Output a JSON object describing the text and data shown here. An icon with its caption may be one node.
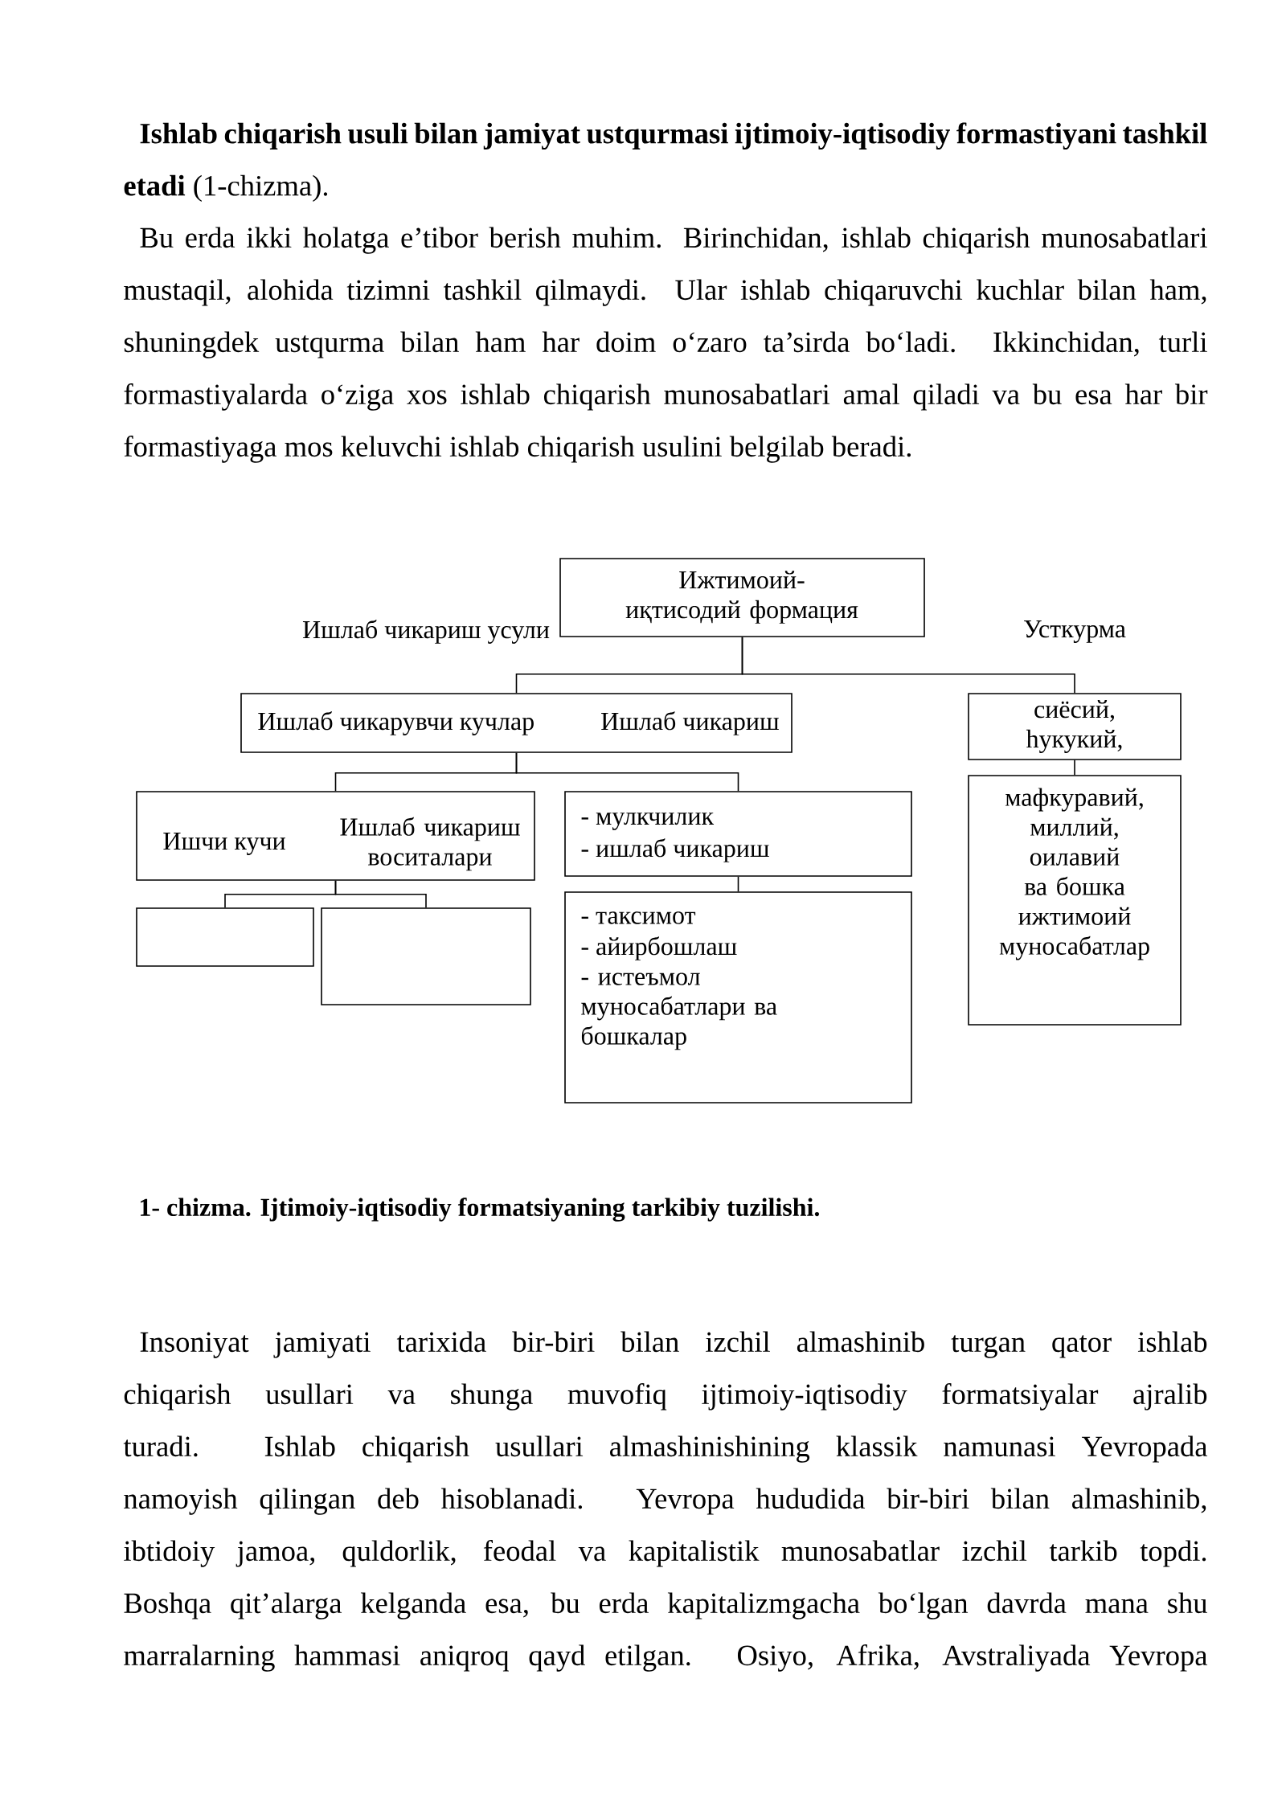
{
  "diagram": {
    "caption": "1- chizma. Ijtimoiy-iqtisodiy formatsiyaning tarkibiy tuzilishi.",
    "nodes": [
      {
        "text": [
          "Ижтимоий-иқтисодий формация"
        ]
      },
      {
        "text": [
          "Ишлаб чикариш усули",
          "Ишлаб чикарувчи кучлар",
          "Ишлаб чикариш"
        ]
      },
      {
        "text": [
          "Усткурма",
          "сиёсий, һукукий,"
        ]
      },
      {
        "text": [
          "Ишчи кучи",
          "Ишлаб чикариш воситалари"
        ]
      },
      {
        "text": [
          "- мулкчилик",
          "- ишлаб чикариш"
        ]
      },
      {
        "text": [
          "мафкуравий, миллий, оилавий ва бошка ижтимоий муносабатлар"
        ]
      },
      {
        "text": [
          "- таксимот",
          "- айирбошлаш",
          "- истеъмол муносабатлари ва бошкалар"
        ]
      },
      {
        "text": [],
        "shape": "box"
      },
      {
        "text": [],
        "shape": "box"
      }
    ],
    "edges": [
      {
        "from": 0,
        "to": 1,
        "arrow": "none"
      },
      {
        "from": 0,
        "to": 2,
        "arrow": "none"
      },
      {
        "from": 1,
        "to": 3,
        "arrow": "none"
      },
      {
        "from": 1,
        "to": 4,
        "arrow": "none"
      },
      {
        "from": 2,
        "to": 5,
        "arrow": "none"
      },
      {
        "from": 3,
        "to": 7,
        "arrow": "none"
      },
      {
        "from": 3,
        "to": 8,
        "arrow": "none"
      },
      {
        "from": 4,
        "to": 6,
        "arrow": "none"
      }
    ],
    "labels": [
      "**Ishlab chiqarish usuli bilan jamiyat ustqurmasi ijtimoiy-iqtisodiy formastiyani tashkil etadi** (1-chizma).",
      "Bu erda ikki holatga e’tibor berish muhim. Birinchidan, ishlab chiqarish munosabatlari mustaqil, alohida tizimni tashkil qilmaydi. Ular ishlab chiqaruvchi kuchlar bilan ham, shuningdek ustqurma bilan ham har doim o‘zaro ta’sirda bo‘ladi. Ikkinchidan, turli formastiyalarda o‘ziga xos ishlab chiqarish munosabatlari amal qiladi va bu esa har bir formastiyaga mos keluvchi ishlab chiqarish usulini belgilab beradi.",
      "Insoniyat jamiyati tarixida bir-biri bilan izchil almashinib turgan qator ishlab chiqarish usullari va shunga muvofiq ijtimoiy-iqtisodiy formatsiyalar ajralib turadi. Ishlab chiqarish usullari almashinishining klassik namunasi Yevropada namoyish qilingan deb hisoblanadi. Yevropa hududida bir-biri bilan almashinib, ibtidoiy jamoa, quldorlik, feodal va kapitalistik munosabatlar izchil tarkib topdi. Boshqa qit’alarga kelganda esa, bu erda kapitalizmgacha bo‘lgan davrda mana shu marralarning hammasi aniqroq qayd etilgan. Osiyo, Afrika, Avstraliyada Yevropa"
    ]
  }
}
